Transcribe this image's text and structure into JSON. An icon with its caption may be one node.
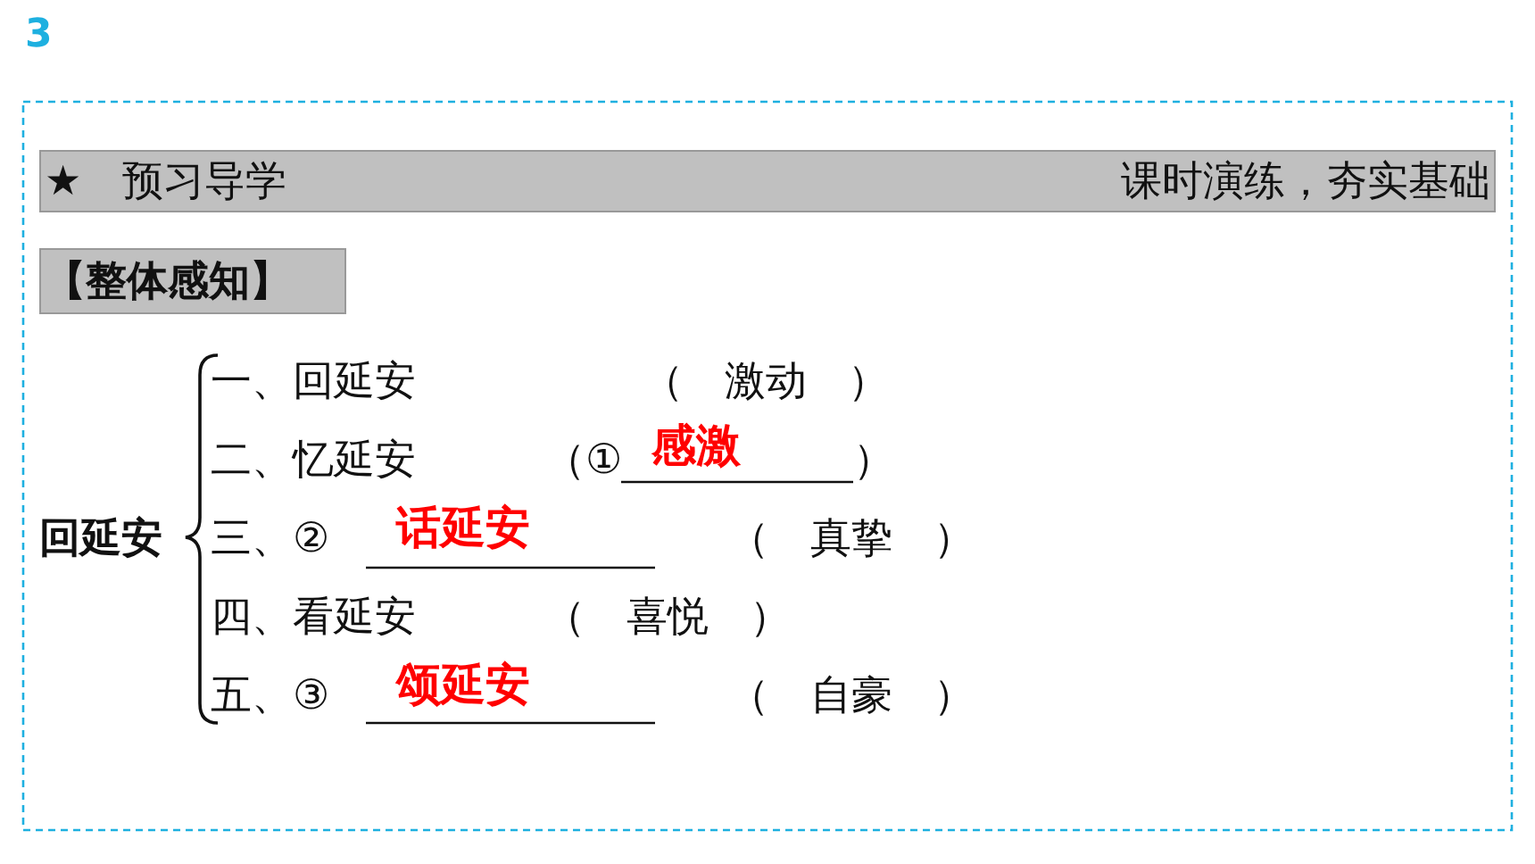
{
  "diagram": {
    "title": "3",
    "nodes": [
      {
        "text": [
          "★　预习导学",
          "课时演练，夯实基础"
        ]
      },
      {
        "text": [
          "【整体感知】"
        ]
      }
    ],
    "labels": [
      "回延安",
      "一、回延安",
      "（　激动　）",
      "二、忆延安",
      "（①",
      "感激",
      "）",
      "三、②",
      "话延安",
      "（　真挚　）",
      "四、看延安",
      "（　喜悦　）",
      "五、③",
      "颂延安",
      "（　自豪　）"
    ]
  }
}
